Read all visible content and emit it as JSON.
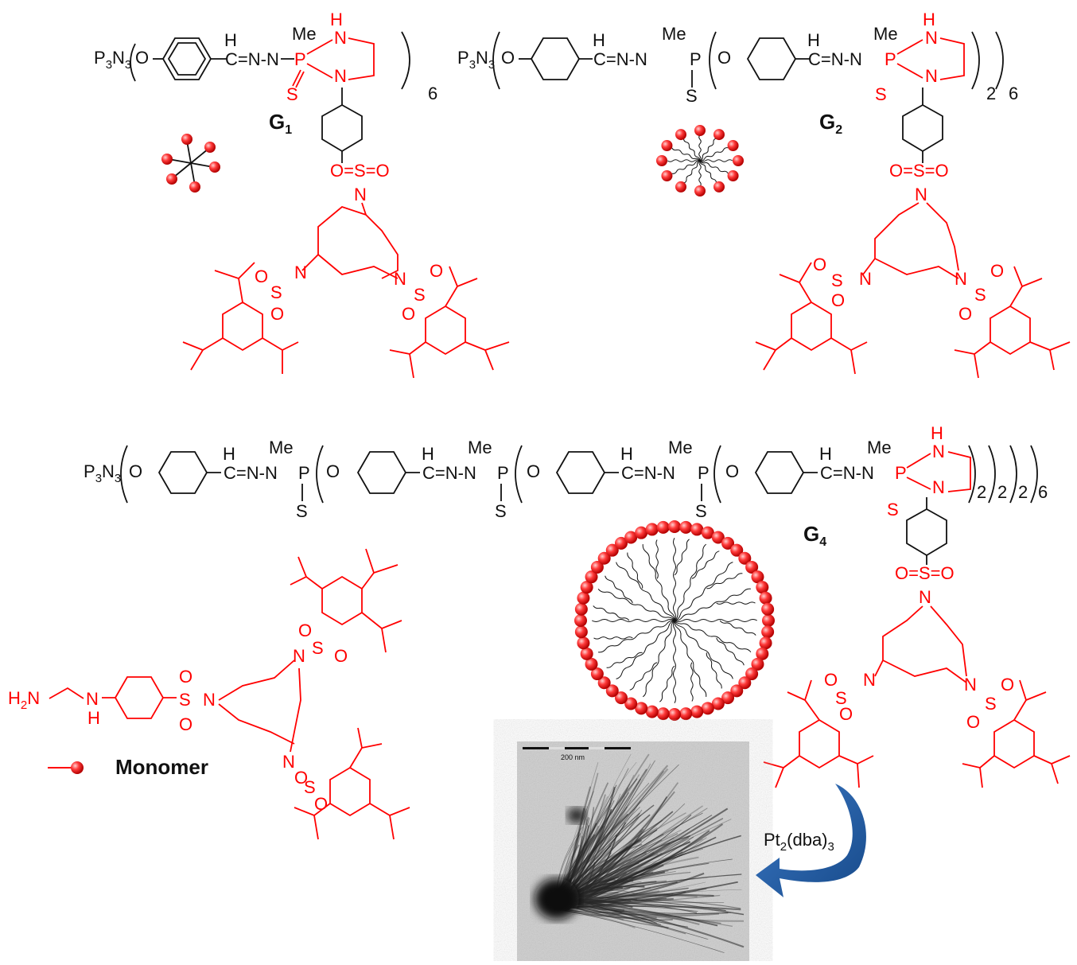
{
  "labels": {
    "core": "P3N3",
    "core_p": "P",
    "core_3a": "3",
    "core_n": "N",
    "core_3b": "3",
    "o": "O",
    "h": "H",
    "me": "Me",
    "n": "N",
    "p": "P",
    "s": "S",
    "nh_h": "H",
    "eq": "C=N-N",
    "sub6": "6",
    "sub2": "2",
    "g1": "G",
    "g1_sub": "1",
    "g2": "G",
    "g2_sub": "2",
    "g4": "G",
    "g4_sub": "4",
    "monomer": "Monomer",
    "h2n": "H2N",
    "reagent": "Pt2(dba)3",
    "reagent_main": "Pt",
    "reagent_sub": "2",
    "reagent_tail": "(dba)",
    "reagent_sub2": "3",
    "scale_bar": "200 nm"
  },
  "colors": {
    "dendron_core": "#111111",
    "monomer": "#ff0000",
    "bead": "#ff2a2a",
    "arrow": "#1f5fa8",
    "tem_bg": "#c9c9c9"
  },
  "icons": {
    "arrow": "curved-arrow-icon",
    "bead": "sphere-icon"
  }
}
